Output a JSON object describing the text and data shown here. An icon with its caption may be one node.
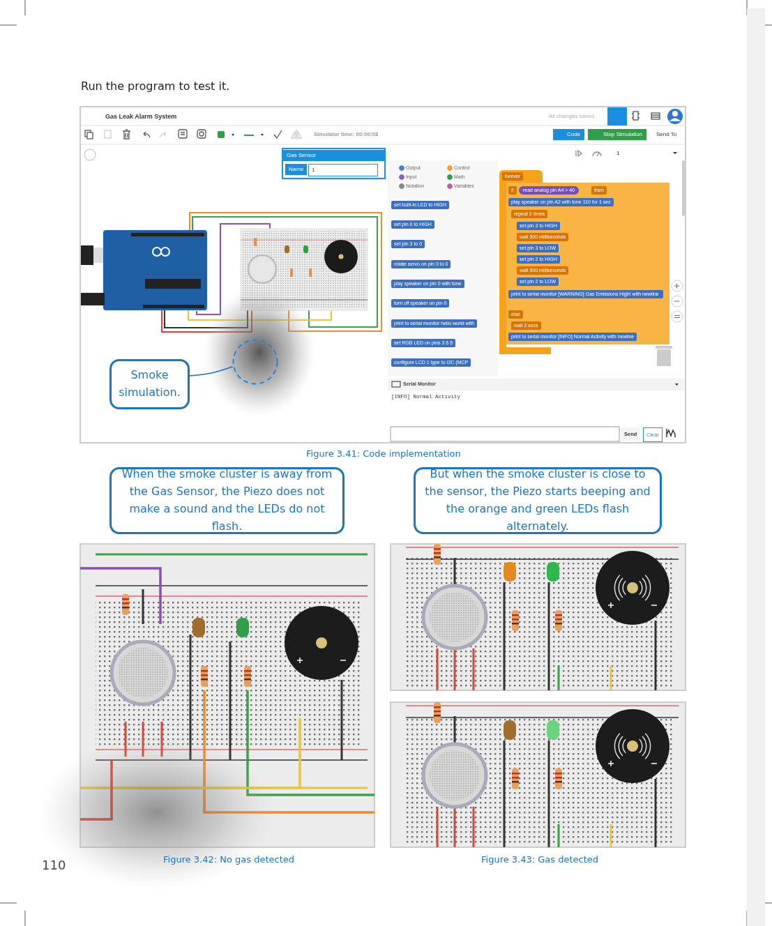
{
  "diagram": {
    "nodes": [
      {
        "text": [
          "Smoke simulation."
        ]
      },
      {
        "text": [],
        "shape": "circle"
      },
      {
        "text": [
          "When the smoke cluster is away from the Gas Sensor, the Piezo does not make a sound and the LEDs do not flash."
        ]
      },
      {
        "text": [
          "But when the smoke cluster is close to the sensor, the Piezo starts beeping and the orange and green LEDs flash alternately."
        ]
      }
    ],
    "edges": [
      {
        "from": 0,
        "to": 1,
        "arrow": "none",
        "color": "#1b75bc"
      }
    ],
    "labels": [
      "Run the program to test it.",
      "Gas Leak Alarm System",
      "All changes saved",
      "Simulator time: 00:00:08",
      "Code",
      "Stop Simulation",
      "Send To",
      "1",
      "Gas Sensor",
      "Name",
      "1",
      "Output",
      "Control",
      "Input",
      "Math",
      "Notation",
      "Variables",
      "set built-in LED to HIGH",
      "set pin 0 to HIGH",
      "set pin 3 to 0",
      "rotate servo on pin 0 to 0",
      "play speaker on pin 0 with tone",
      "turn off speaker on pin 0",
      "print to serial monitor hello world with",
      "set RGB LED on pins 3 6 5",
      "configure LCD 1 type to I2C (MCP",
      "forever",
      "if",
      "read analog pin A4 > 40",
      "then",
      "play speaker on pin A2 with tone 110 for 1 sec",
      "repeat 2 times",
      "set pin 3 to HIGH",
      "wait 500 milliseconds",
      "set pin 3 to LOW",
      "set pin 2 to HIGH",
      "wait 500 milliseconds",
      "set pin 2 to LOW",
      "print to serial monitor [WARNING] Gas Emissions High! with newline",
      "else",
      "wait 2 secs",
      "print to serial monitor [INFO] Normal Activity with newline",
      "Serial Monitor",
      "[INFO] Normal Activity",
      "Send",
      "Clear",
      "Figure 3.41: Code implementation",
      "Figure 3.42: No gas detected",
      "Figure 3.43: Gas detected",
      "110"
    ]
  }
}
